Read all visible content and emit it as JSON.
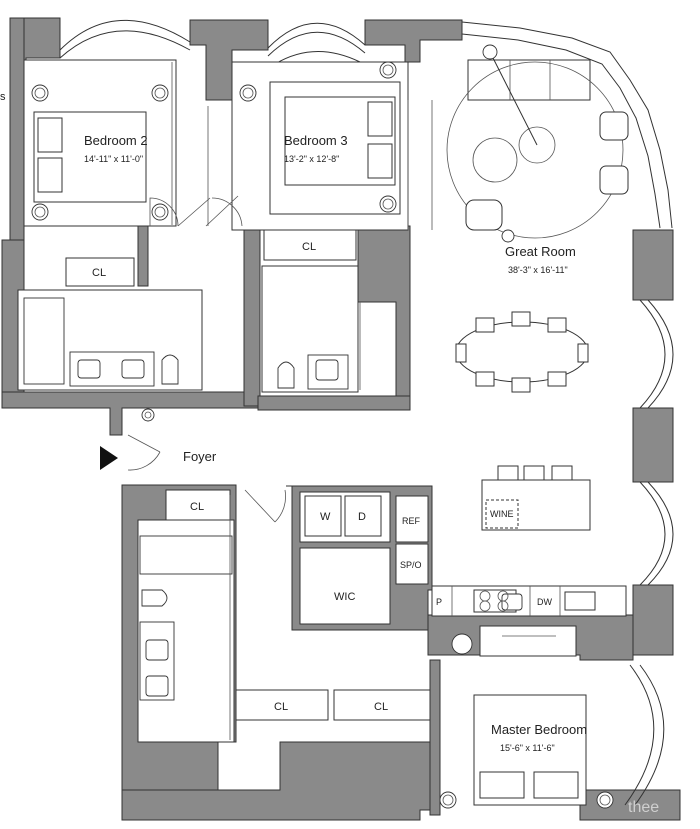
{
  "rooms": {
    "bedroom2": {
      "name": "Bedroom 2",
      "dims": "14'-11\" x 11'-0\""
    },
    "bedroom3": {
      "name": "Bedroom 3",
      "dims": "13'-2\" x 12'-8\""
    },
    "great_room": {
      "name": "Great Room",
      "dims": "38'-3\" x 16'-11\""
    },
    "foyer": {
      "name": "Foyer"
    },
    "master_bedroom": {
      "name": "Master Bedroom",
      "dims": "15'-6\" x 11'-6\""
    }
  },
  "labels": {
    "cl": "CL",
    "washer": "W",
    "dryer": "D",
    "wic": "WIC",
    "ref": "REF",
    "sp_o": "SP/O",
    "pantry": "P",
    "dw": "DW",
    "wine": "WINE",
    "edge_fragment": "s",
    "watermark": "thee"
  },
  "colors": {
    "wall": "#8a8a8a",
    "line": "#333333",
    "background": "#ffffff"
  },
  "icons": [
    "entry-arrow-icon",
    "column-icon",
    "sink-icon",
    "toilet-icon",
    "range-icon"
  ]
}
